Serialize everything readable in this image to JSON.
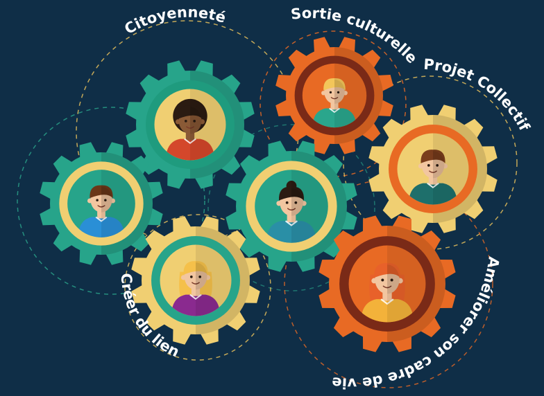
{
  "labels": {
    "citoyennete": "Citoyenneté",
    "sortie": "Sortie culturelle",
    "projet": "Projet Collectif",
    "creer": "Créer du lien",
    "ameliorer": "Améliorer son cadre de vie"
  },
  "colors": {
    "background": "#0f2e47",
    "gear_teal": "#27a48a",
    "gear_sand": "#f0cf72",
    "gear_orange": "#e86a24",
    "dash_teal": "#2aa68c",
    "dash_yellow": "#f1c75c",
    "dash_orange": "#e86a24"
  },
  "gears": [
    {
      "id": "gear-top-left",
      "person": "man-curly-hair",
      "color": "#27a48a"
    },
    {
      "id": "gear-top-middle",
      "person": "woman-blonde",
      "color": "#e86a24"
    },
    {
      "id": "gear-right",
      "person": "man-brown-hair",
      "color": "#f0cf72"
    },
    {
      "id": "gear-center",
      "person": "woman-bun",
      "color": "#27a48a"
    },
    {
      "id": "gear-left",
      "person": "boy-brown-hair",
      "color": "#27a48a"
    },
    {
      "id": "gear-bottom-left",
      "person": "woman-blonde-long",
      "color": "#f0cf72"
    },
    {
      "id": "gear-bottom-right",
      "person": "woman-red-hair",
      "color": "#e86a24"
    }
  ]
}
